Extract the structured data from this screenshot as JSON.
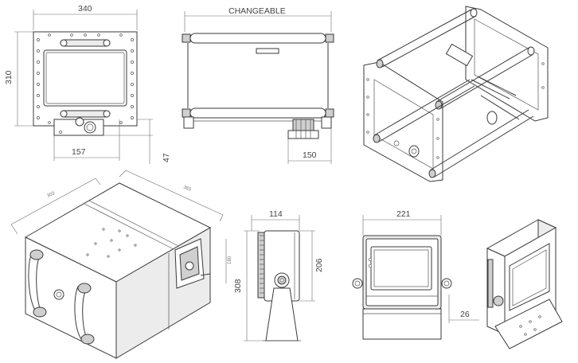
{
  "dimensions": {
    "width_340": "340",
    "height_310": "310",
    "changeable": "CHANGEABLE",
    "offset_157": "157",
    "offset_47": "47",
    "depth_150": "150",
    "iso_303": "303",
    "iso_365": "365",
    "iso_180": "180",
    "side_114": "114",
    "side_308": "308",
    "side_206": "206",
    "front_221": "221",
    "front_26": "26"
  }
}
